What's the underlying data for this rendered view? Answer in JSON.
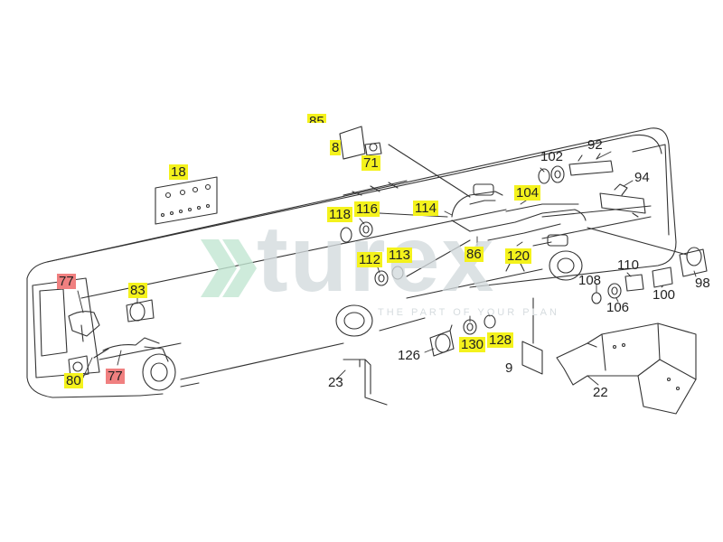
{
  "colors": {
    "highlight_yellow": "#f4f21c",
    "highlight_red": "#f08080",
    "line": "#333333",
    "watermark_green": "#c3e7d3",
    "watermark_grey": "#d3dadd"
  },
  "watermark": {
    "brand": "turex",
    "tagline": "THE PART OF YOUR PLAN"
  },
  "part_labels": {
    "p_top": "85",
    "p8": "8",
    "p71": "71",
    "p18": "18",
    "p102": "102",
    "p92": "92",
    "p94": "94",
    "p104": "104",
    "p114": "114",
    "p118": "118",
    "p116": "116",
    "p86": "86",
    "p120": "120",
    "p112": "112",
    "p113": "113",
    "p77a": "77",
    "p83": "83",
    "p108": "108",
    "p110": "110",
    "p106": "106",
    "p100": "100",
    "p98": "98",
    "p126": "126",
    "p130": "130",
    "p128": "128",
    "p9": "9",
    "p22": "22",
    "p23": "23",
    "p80": "80",
    "p77b": "77"
  }
}
